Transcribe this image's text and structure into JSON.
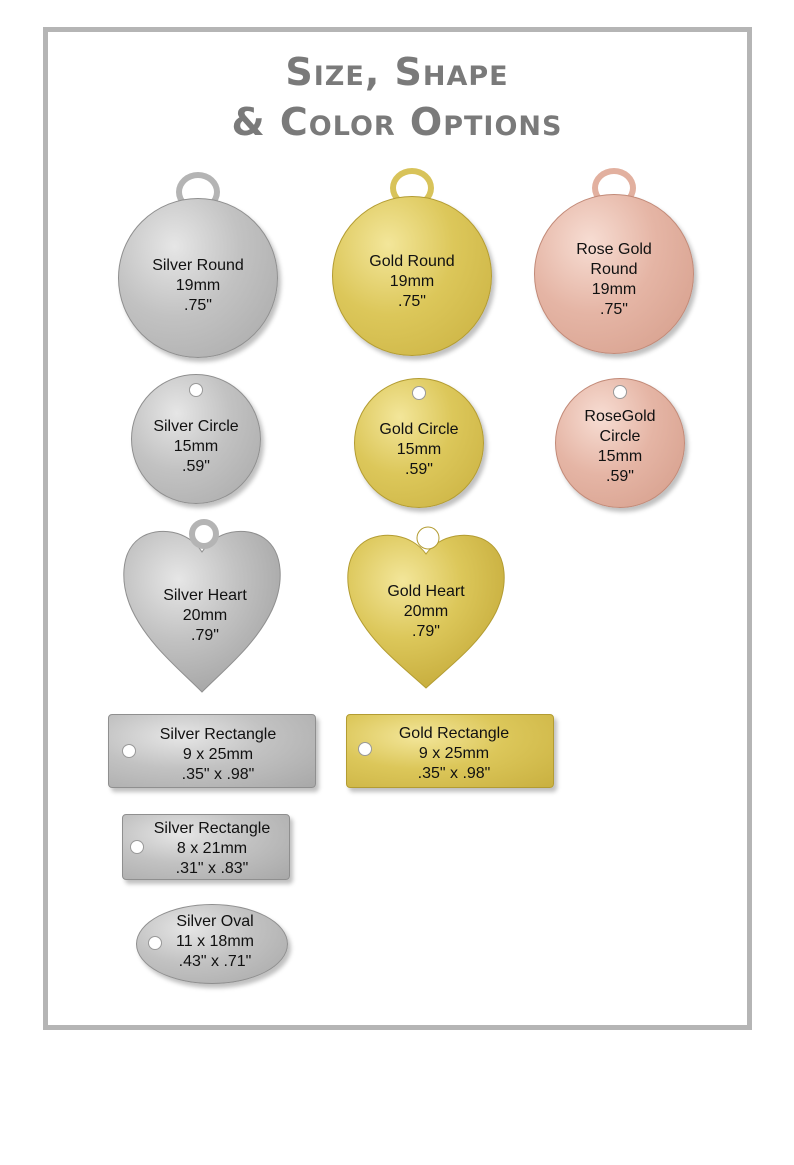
{
  "title": {
    "line1": "Size, Shape",
    "line2": "& Color Options"
  },
  "colors": {
    "silver": "#c2c2c2",
    "gold": "#dcc75a",
    "rose_gold": "#e5b5a5",
    "frame": "#b5b5b5",
    "title": "#7a7a7a"
  },
  "tags": {
    "silver_round": {
      "name": "Silver Round",
      "metric": "19mm",
      "imperial": ".75\""
    },
    "gold_round": {
      "name": "Gold Round",
      "metric": "19mm",
      "imperial": ".75\""
    },
    "rose_gold_round": {
      "name1": "Rose Gold",
      "name2": "Round",
      "metric": "19mm",
      "imperial": ".75\""
    },
    "silver_circle": {
      "name": "Silver Circle",
      "metric": "15mm",
      "imperial": ".59\""
    },
    "gold_circle": {
      "name": "Gold Circle",
      "metric": "15mm",
      "imperial": ".59\""
    },
    "rose_gold_circle": {
      "name1": "RoseGold",
      "name2": "Circle",
      "metric": "15mm",
      "imperial": ".59\""
    },
    "silver_heart": {
      "name": "Silver Heart",
      "metric": "20mm",
      "imperial": ".79\""
    },
    "gold_heart": {
      "name": "Gold Heart",
      "metric": "20mm",
      "imperial": ".79\""
    },
    "silver_rectangle_large": {
      "name": "Silver Rectangle",
      "metric": "9 x 25mm",
      "imperial": ".35\" x .98\""
    },
    "gold_rectangle": {
      "name": "Gold Rectangle",
      "metric": "9 x 25mm",
      "imperial": ".35\" x .98\""
    },
    "silver_rectangle_small": {
      "name": "Silver Rectangle",
      "metric": "8 x 21mm",
      "imperial": ".31\" x .83\""
    },
    "silver_oval": {
      "name": "Silver Oval",
      "metric": "11 x 18mm",
      "imperial": ".43\" x .71\""
    }
  }
}
